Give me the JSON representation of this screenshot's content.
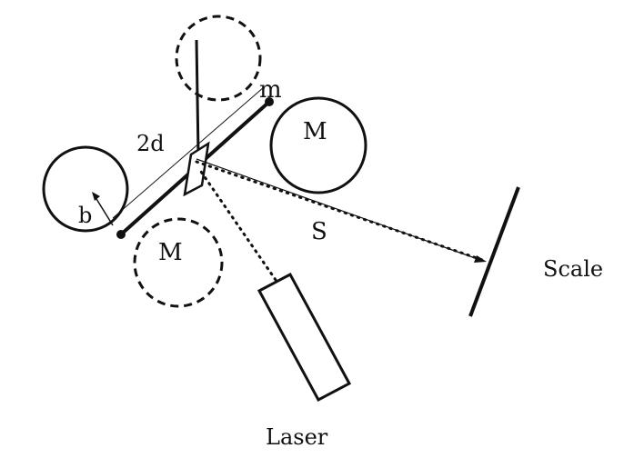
{
  "labels": {
    "small_mass": "m",
    "separation": "2d",
    "large_mass_upper": "M",
    "large_mass_lower": "M",
    "radius": "b",
    "distance": "S",
    "scale": "Scale",
    "laser": "Laser"
  },
  "colors": {
    "ink": "#111111",
    "background": "#ffffff"
  }
}
